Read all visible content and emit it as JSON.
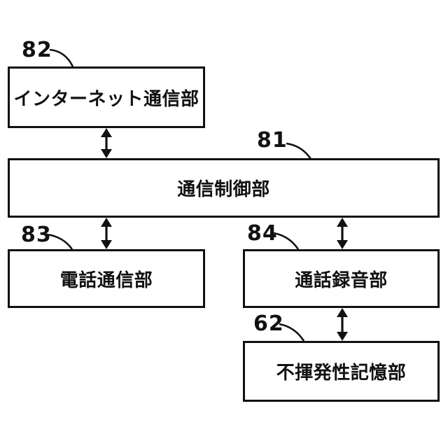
{
  "figure": {
    "type": "patent-block-diagram",
    "background_color": "#ffffff",
    "line_color": "#111111",
    "boxes": [
      {
        "ref": "82",
        "label": "インターネット通信部"
      },
      {
        "ref": "81",
        "label": "通信制御部"
      },
      {
        "ref": "83",
        "label": "電話通信部"
      },
      {
        "ref": "84",
        "label": "通話録音部"
      },
      {
        "ref": "62",
        "label": "不揮発性記憶部"
      }
    ],
    "connections": [
      {
        "from": "82",
        "to": "81",
        "type": "bidirectional-arrow"
      },
      {
        "from": "81",
        "to": "83",
        "type": "bidirectional-arrow"
      },
      {
        "from": "81",
        "to": "84",
        "type": "bidirectional-arrow"
      },
      {
        "from": "84",
        "to": "62",
        "type": "bidirectional-arrow"
      }
    ]
  }
}
